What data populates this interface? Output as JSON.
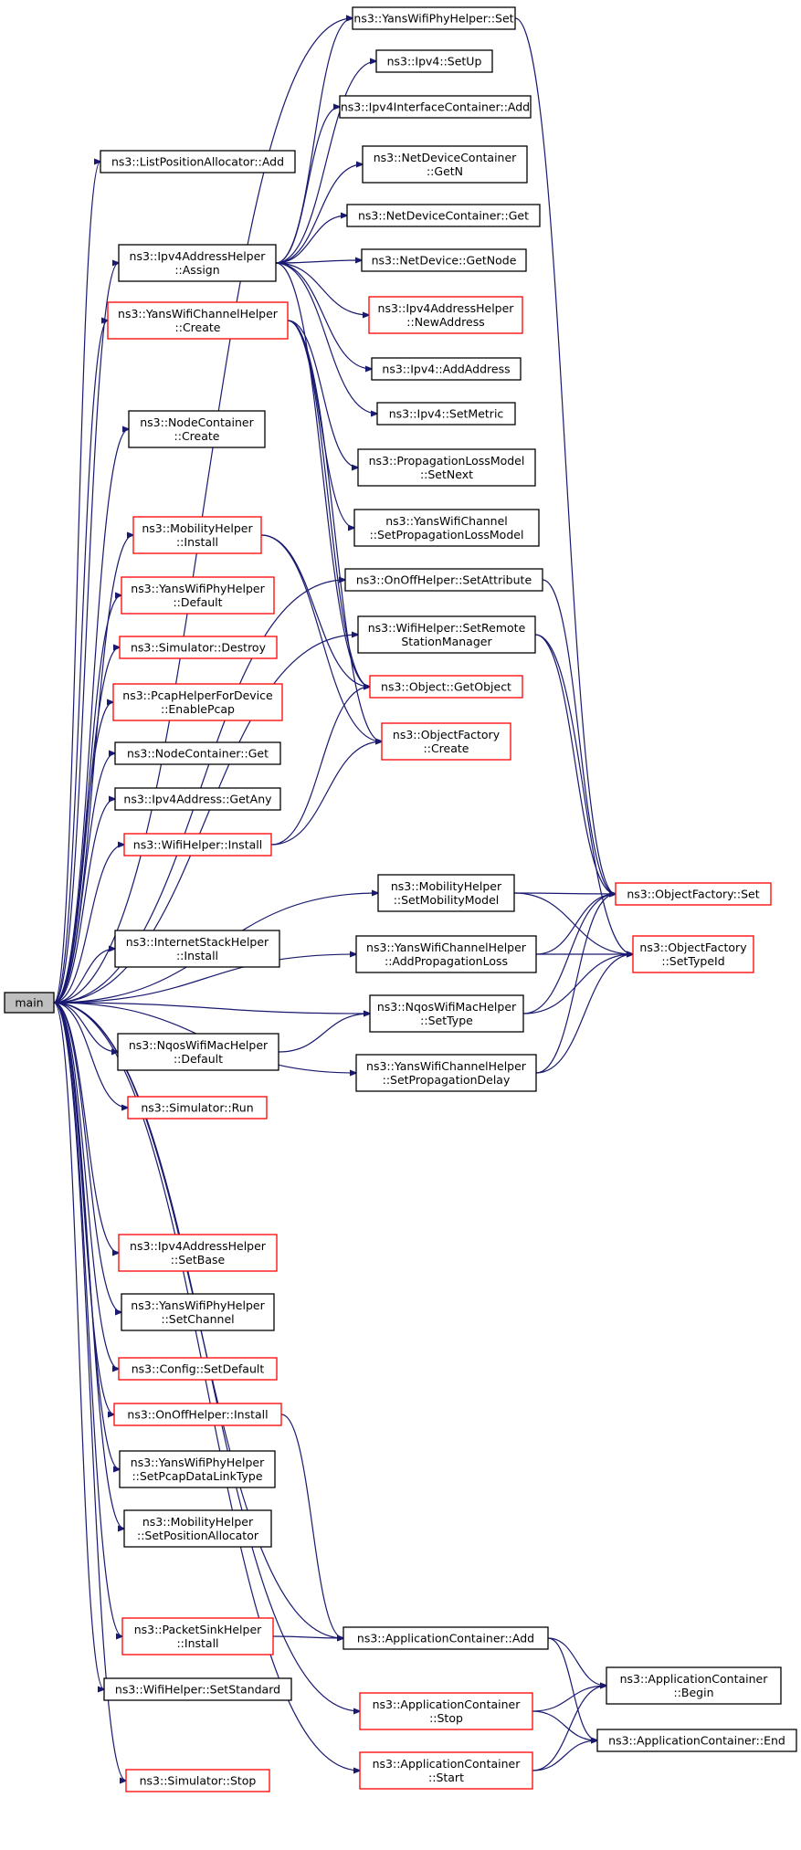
{
  "graph": {
    "root": "main",
    "nodes": [
      {
        "id": "main",
        "lines": [
          "main"
        ],
        "style": "root"
      },
      {
        "id": "n_yans_phy_set",
        "lines": [
          "ns3::YansWifiPhyHelper::Set"
        ],
        "style": "black"
      },
      {
        "id": "n_ipv4_setup",
        "lines": [
          "ns3::Ipv4::SetUp"
        ],
        "style": "black"
      },
      {
        "id": "n_ipv4if_add",
        "lines": [
          "ns3::Ipv4InterfaceContainer::Add"
        ],
        "style": "black"
      },
      {
        "id": "n_list_add",
        "lines": [
          "ns3::ListPositionAllocator::Add"
        ],
        "style": "black"
      },
      {
        "id": "n_ndc_getn",
        "lines": [
          "ns3::NetDeviceContainer",
          "::GetN"
        ],
        "style": "black"
      },
      {
        "id": "n_ndc_get",
        "lines": [
          "ns3::NetDeviceContainer::Get"
        ],
        "style": "black"
      },
      {
        "id": "n_ipv4ah_assign",
        "lines": [
          "ns3::Ipv4AddressHelper",
          "::Assign"
        ],
        "style": "black"
      },
      {
        "id": "n_nd_getnode",
        "lines": [
          "ns3::NetDevice::GetNode"
        ],
        "style": "black"
      },
      {
        "id": "n_ipv4ah_newaddr",
        "lines": [
          "ns3::Ipv4AddressHelper",
          "::NewAddress"
        ],
        "style": "red"
      },
      {
        "id": "n_ywch_create",
        "lines": [
          "ns3::YansWifiChannelHelper",
          "::Create"
        ],
        "style": "red"
      },
      {
        "id": "n_ipv4_addaddr",
        "lines": [
          "ns3::Ipv4::AddAddress"
        ],
        "style": "black"
      },
      {
        "id": "n_ipv4_setmetric",
        "lines": [
          "ns3::Ipv4::SetMetric"
        ],
        "style": "black"
      },
      {
        "id": "n_nc_create",
        "lines": [
          "ns3::NodeContainer",
          "::Create"
        ],
        "style": "black"
      },
      {
        "id": "n_plm_setnext",
        "lines": [
          "ns3::PropagationLossModel",
          "::SetNext"
        ],
        "style": "black"
      },
      {
        "id": "n_ywc_setplm",
        "lines": [
          "ns3::YansWifiChannel",
          "::SetPropagationLossModel"
        ],
        "style": "black"
      },
      {
        "id": "n_mh_install",
        "lines": [
          "ns3::MobilityHelper",
          "::Install"
        ],
        "style": "red"
      },
      {
        "id": "n_onoff_setattr",
        "lines": [
          "ns3::OnOffHelper::SetAttribute"
        ],
        "style": "black"
      },
      {
        "id": "n_ywph_default",
        "lines": [
          "ns3::YansWifiPhyHelper",
          "::Default"
        ],
        "style": "red"
      },
      {
        "id": "n_wh_setremote",
        "lines": [
          "ns3::WifiHelper::SetRemote",
          "StationManager"
        ],
        "style": "black"
      },
      {
        "id": "n_sim_destroy",
        "lines": [
          "ns3::Simulator::Destroy"
        ],
        "style": "red"
      },
      {
        "id": "n_obj_getobject",
        "lines": [
          "ns3::Object::GetObject"
        ],
        "style": "red"
      },
      {
        "id": "n_pcap_enable",
        "lines": [
          "ns3::PcapHelperForDevice",
          "::EnablePcap"
        ],
        "style": "red"
      },
      {
        "id": "n_of_create",
        "lines": [
          "ns3::ObjectFactory",
          "::Create"
        ],
        "style": "red"
      },
      {
        "id": "n_nc_get",
        "lines": [
          "ns3::NodeContainer::Get"
        ],
        "style": "black"
      },
      {
        "id": "n_ipv4a_getany",
        "lines": [
          "ns3::Ipv4Address::GetAny"
        ],
        "style": "black"
      },
      {
        "id": "n_wh_install",
        "lines": [
          "ns3::WifiHelper::Install"
        ],
        "style": "red"
      },
      {
        "id": "n_mh_setmob",
        "lines": [
          "ns3::MobilityHelper",
          "::SetMobilityModel"
        ],
        "style": "black"
      },
      {
        "id": "n_of_set",
        "lines": [
          "ns3::ObjectFactory::Set"
        ],
        "style": "red"
      },
      {
        "id": "n_ish_install",
        "lines": [
          "ns3::InternetStackHelper",
          "::Install"
        ],
        "style": "black"
      },
      {
        "id": "n_ywch_addprop",
        "lines": [
          "ns3::YansWifiChannelHelper",
          "::AddPropagationLoss"
        ],
        "style": "black"
      },
      {
        "id": "n_of_settypeid",
        "lines": [
          "ns3::ObjectFactory",
          "::SetTypeId"
        ],
        "style": "red"
      },
      {
        "id": "n_nqos_settype",
        "lines": [
          "ns3::NqosWifiMacHelper",
          "::SetType"
        ],
        "style": "black"
      },
      {
        "id": "n_nqos_default",
        "lines": [
          "ns3::NqosWifiMacHelper",
          "::Default"
        ],
        "style": "black"
      },
      {
        "id": "n_ywch_setdelay",
        "lines": [
          "ns3::YansWifiChannelHelper",
          "::SetPropagationDelay"
        ],
        "style": "black"
      },
      {
        "id": "n_sim_run",
        "lines": [
          "ns3::Simulator::Run"
        ],
        "style": "red"
      },
      {
        "id": "n_ipv4ah_setbase",
        "lines": [
          "ns3::Ipv4AddressHelper",
          "::SetBase"
        ],
        "style": "red"
      },
      {
        "id": "n_ywph_setchan",
        "lines": [
          "ns3::YansWifiPhyHelper",
          "::SetChannel"
        ],
        "style": "black"
      },
      {
        "id": "n_config_setdefault",
        "lines": [
          "ns3::Config::SetDefault"
        ],
        "style": "red"
      },
      {
        "id": "n_onoff_install",
        "lines": [
          "ns3::OnOffHelper::Install"
        ],
        "style": "red"
      },
      {
        "id": "n_ywph_setpcap",
        "lines": [
          "ns3::YansWifiPhyHelper",
          "::SetPcapDataLinkType"
        ],
        "style": "black"
      },
      {
        "id": "n_mh_setposalloc",
        "lines": [
          "ns3::MobilityHelper",
          "::SetPositionAllocator"
        ],
        "style": "black"
      },
      {
        "id": "n_psh_install",
        "lines": [
          "ns3::PacketSinkHelper",
          "::Install"
        ],
        "style": "red"
      },
      {
        "id": "n_ac_add",
        "lines": [
          "ns3::ApplicationContainer::Add"
        ],
        "style": "black"
      },
      {
        "id": "n_wh_setstd",
        "lines": [
          "ns3::WifiHelper::SetStandard"
        ],
        "style": "black"
      },
      {
        "id": "n_ac_begin",
        "lines": [
          "ns3::ApplicationContainer",
          "::Begin"
        ],
        "style": "black"
      },
      {
        "id": "n_ac_stop",
        "lines": [
          "ns3::ApplicationContainer",
          "::Stop"
        ],
        "style": "red"
      },
      {
        "id": "n_ac_end",
        "lines": [
          "ns3::ApplicationContainer::End"
        ],
        "style": "black"
      },
      {
        "id": "n_sim_stop",
        "lines": [
          "ns3::Simulator::Stop"
        ],
        "style": "red"
      },
      {
        "id": "n_ac_start",
        "lines": [
          "ns3::ApplicationContainer",
          "::Start"
        ],
        "style": "red"
      }
    ],
    "edges": [
      [
        "main",
        "n_list_add"
      ],
      [
        "main",
        "n_ipv4ah_assign"
      ],
      [
        "main",
        "n_ywch_create"
      ],
      [
        "main",
        "n_nc_create"
      ],
      [
        "main",
        "n_mh_install"
      ],
      [
        "main",
        "n_ywph_default"
      ],
      [
        "main",
        "n_sim_destroy"
      ],
      [
        "main",
        "n_pcap_enable"
      ],
      [
        "main",
        "n_nc_get"
      ],
      [
        "main",
        "n_ipv4a_getany"
      ],
      [
        "main",
        "n_wh_install"
      ],
      [
        "main",
        "n_ish_install"
      ],
      [
        "main",
        "n_nqos_default"
      ],
      [
        "main",
        "n_sim_run"
      ],
      [
        "main",
        "n_ipv4ah_setbase"
      ],
      [
        "main",
        "n_ywph_setchan"
      ],
      [
        "main",
        "n_config_setdefault"
      ],
      [
        "main",
        "n_onoff_install"
      ],
      [
        "main",
        "n_ywph_setpcap"
      ],
      [
        "main",
        "n_mh_setposalloc"
      ],
      [
        "main",
        "n_psh_install"
      ],
      [
        "main",
        "n_wh_setstd"
      ],
      [
        "main",
        "n_sim_stop"
      ],
      [
        "main",
        "n_mh_setmob"
      ],
      [
        "main",
        "n_ywch_addprop"
      ],
      [
        "main",
        "n_nqos_settype"
      ],
      [
        "main",
        "n_ywch_setdelay"
      ],
      [
        "main",
        "n_ac_add"
      ],
      [
        "main",
        "n_ac_stop"
      ],
      [
        "main",
        "n_ac_start"
      ],
      [
        "main",
        "n_onoff_setattr"
      ],
      [
        "main",
        "n_wh_setremote"
      ],
      [
        "main",
        "n_yans_phy_set"
      ],
      [
        "n_ipv4ah_assign",
        "n_yans_phy_set"
      ],
      [
        "n_ipv4ah_assign",
        "n_ipv4_setup"
      ],
      [
        "n_ipv4ah_assign",
        "n_ipv4if_add"
      ],
      [
        "n_ipv4ah_assign",
        "n_ndc_getn"
      ],
      [
        "n_ipv4ah_assign",
        "n_ndc_get"
      ],
      [
        "n_ipv4ah_assign",
        "n_nd_getnode"
      ],
      [
        "n_ipv4ah_assign",
        "n_ipv4ah_newaddr"
      ],
      [
        "n_ipv4ah_assign",
        "n_ipv4_addaddr"
      ],
      [
        "n_ipv4ah_assign",
        "n_ipv4_setmetric"
      ],
      [
        "n_ipv4ah_assign",
        "n_obj_getobject"
      ],
      [
        "n_ywch_create",
        "n_plm_setnext"
      ],
      [
        "n_ywch_create",
        "n_ywc_setplm"
      ],
      [
        "n_ywch_create",
        "n_obj_getobject"
      ],
      [
        "n_ywch_create",
        "n_of_create"
      ],
      [
        "n_mh_install",
        "n_obj_getobject"
      ],
      [
        "n_mh_install",
        "n_of_create"
      ],
      [
        "n_wh_install",
        "n_obj_getobject"
      ],
      [
        "n_wh_install",
        "n_of_create"
      ],
      [
        "n_yans_phy_set",
        "n_of_set"
      ],
      [
        "n_onoff_setattr",
        "n_of_set"
      ],
      [
        "n_wh_setremote",
        "n_of_set"
      ],
      [
        "n_wh_setremote",
        "n_of_settypeid"
      ],
      [
        "n_mh_setmob",
        "n_of_set"
      ],
      [
        "n_mh_setmob",
        "n_of_settypeid"
      ],
      [
        "n_ywch_addprop",
        "n_of_set"
      ],
      [
        "n_ywch_addprop",
        "n_of_settypeid"
      ],
      [
        "n_nqos_settype",
        "n_of_set"
      ],
      [
        "n_nqos_settype",
        "n_of_settypeid"
      ],
      [
        "n_nqos_default",
        "n_nqos_settype"
      ],
      [
        "n_ywch_setdelay",
        "n_of_set"
      ],
      [
        "n_ywch_setdelay",
        "n_of_settypeid"
      ],
      [
        "n_onoff_install",
        "n_ac_add"
      ],
      [
        "n_psh_install",
        "n_ac_add"
      ],
      [
        "n_ac_add",
        "n_ac_begin"
      ],
      [
        "n_ac_add",
        "n_ac_end"
      ],
      [
        "n_ac_stop",
        "n_ac_begin"
      ],
      [
        "n_ac_stop",
        "n_ac_end"
      ],
      [
        "n_ac_start",
        "n_ac_begin"
      ],
      [
        "n_ac_start",
        "n_ac_end"
      ]
    ]
  }
}
